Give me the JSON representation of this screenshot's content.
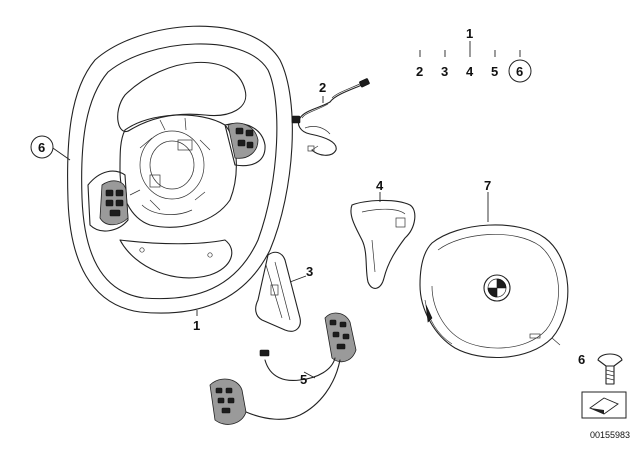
{
  "diagram": {
    "labels": {
      "steering_wheel": "1",
      "wiring_harness": "2",
      "trim_cover_left": "3",
      "trim_cover_right": "4",
      "multifunction_switch": "5",
      "screw_marker": "6",
      "airbag_module": "7",
      "header_1": "1",
      "header_2": "2",
      "header_3": "3",
      "header_4": "4",
      "header_5": "5",
      "header_6": "6",
      "screw_label": "6"
    },
    "document_number": "00155983"
  }
}
